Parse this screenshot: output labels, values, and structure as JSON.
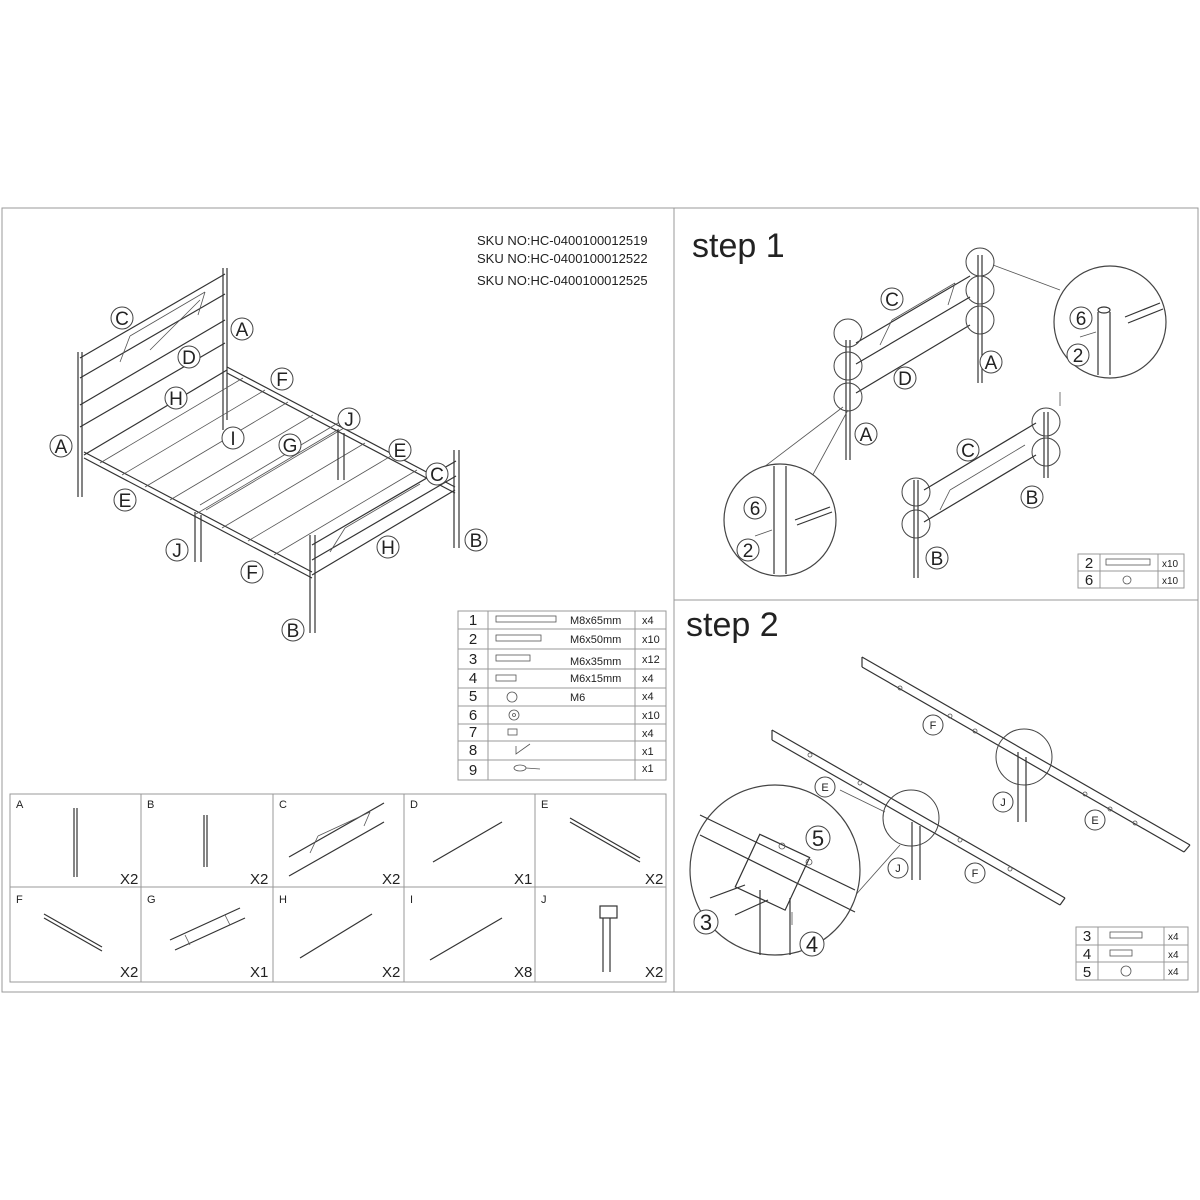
{
  "sku": [
    "SKU NO:HC-0400100012519",
    "SKU NO:HC-0400100012522",
    "SKU NO:HC-0400100012525"
  ],
  "overview_labels": {
    "C_top": "C",
    "A_top": "A",
    "D": "D",
    "F_top": "F",
    "H_top": "H",
    "J_mid": "J",
    "A_left": "A",
    "I": "I",
    "G": "G",
    "E_right": "E",
    "C_foot": "C",
    "E_left": "E",
    "B_right": "B",
    "J_left": "J",
    "H_bottom": "H",
    "F_bottom": "F",
    "B_bottom": "B"
  },
  "hardware": [
    {
      "num": "1",
      "size": "M8x65mm",
      "qty": "x4"
    },
    {
      "num": "2",
      "size": "M6x50mm",
      "qty": "x10"
    },
    {
      "num": "3",
      "size": "M6x35mm",
      "qty": "x12"
    },
    {
      "num": "4",
      "size": "M6x15mm",
      "qty": "x4"
    },
    {
      "num": "5",
      "size": "M6",
      "qty": "x4"
    },
    {
      "num": "6",
      "size": "",
      "qty": "x10"
    },
    {
      "num": "7",
      "size": "",
      "qty": "x4"
    },
    {
      "num": "8",
      "size": "",
      "qty": "x1"
    },
    {
      "num": "9",
      "size": "",
      "qty": "x1"
    }
  ],
  "parts": [
    {
      "letter": "A",
      "count": "X2"
    },
    {
      "letter": "B",
      "count": "X2"
    },
    {
      "letter": "C",
      "count": "X2"
    },
    {
      "letter": "D",
      "count": "X1"
    },
    {
      "letter": "E",
      "count": "X2"
    },
    {
      "letter": "F",
      "count": "X2"
    },
    {
      "letter": "G",
      "count": "X1"
    },
    {
      "letter": "H",
      "count": "X2"
    },
    {
      "letter": "I",
      "count": "X8"
    },
    {
      "letter": "J",
      "count": "X2"
    }
  ],
  "step1": {
    "title": "step 1",
    "labels": {
      "C_head": "C",
      "A_head": "A",
      "D": "D",
      "A_low": "A",
      "C_foot": "C",
      "B_right": "B",
      "B_low": "B"
    },
    "callouts": {
      "zoom_top_a": "6",
      "zoom_top_b": "2",
      "zoom_left_a": "6",
      "zoom_left_b": "2"
    },
    "hardware": [
      {
        "num": "2",
        "qty": "x10"
      },
      {
        "num": "6",
        "qty": "x10"
      }
    ]
  },
  "step2": {
    "title": "step 2",
    "labels": {
      "F_top": "F",
      "E_mid": "E",
      "J_right": "J",
      "E_right": "E",
      "J_left": "J",
      "F_bottom": "F"
    },
    "callouts": {
      "five": "5",
      "three": "3",
      "four": "4"
    },
    "hardware": [
      {
        "num": "3",
        "qty": "x4"
      },
      {
        "num": "4",
        "qty": "x4"
      },
      {
        "num": "5",
        "qty": "x4"
      }
    ]
  }
}
